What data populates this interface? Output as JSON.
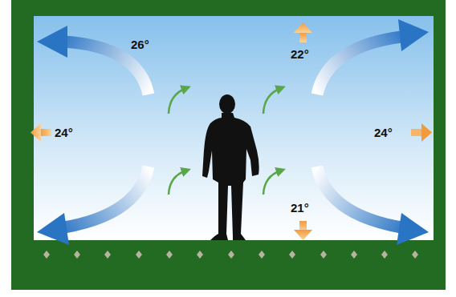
{
  "diagram": {
    "labels": [
      "26°",
      "22°",
      "24°",
      "24°",
      "21°"
    ]
  }
}
